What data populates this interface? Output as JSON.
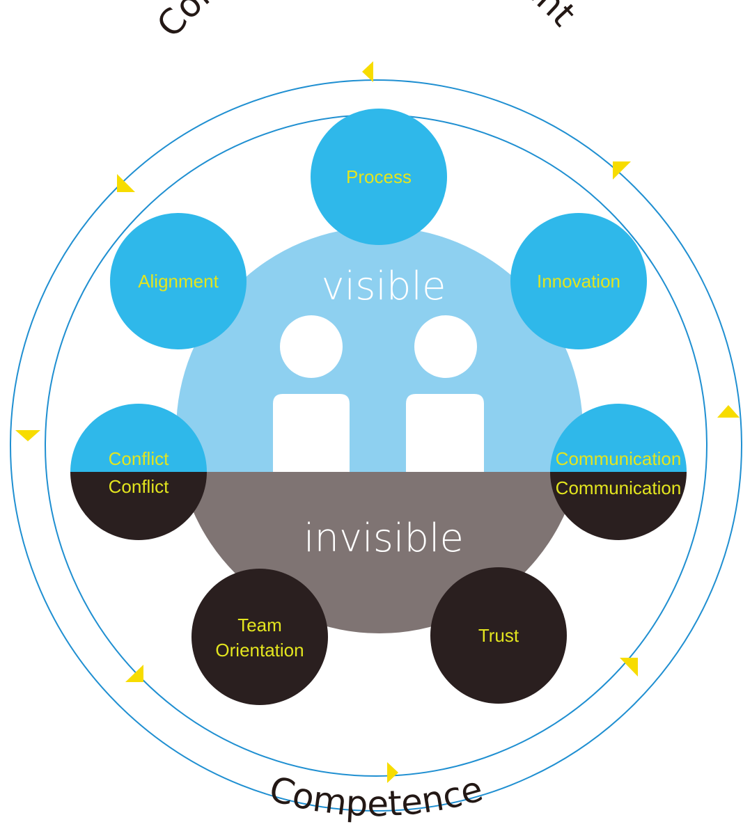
{
  "outer_labels": {
    "top": "Continuous improvement",
    "bottom": "Competence"
  },
  "center": {
    "top_label": "visible",
    "bottom_label": "invisible"
  },
  "nodes": {
    "process": "Process",
    "alignment": "Alignment",
    "innovation": "Innovation",
    "conflict_visible": "Conflict",
    "conflict_invisible": "Conflict",
    "communication_visible": "Communication",
    "communication_invisible": "Communication",
    "team_line1": "Team",
    "team_line2": "Orientation",
    "trust": "Trust"
  },
  "colors": {
    "ring": "#1f8fd1",
    "visible_circle": "#8ed0f0",
    "node_blue": "#2fb8ea",
    "invisible_circle": "#7f7473",
    "node_dark": "#2a1f1f",
    "label_yellow": "#e3e51f",
    "arrow_yellow": "#f7dc00",
    "text_dark": "#231815"
  }
}
